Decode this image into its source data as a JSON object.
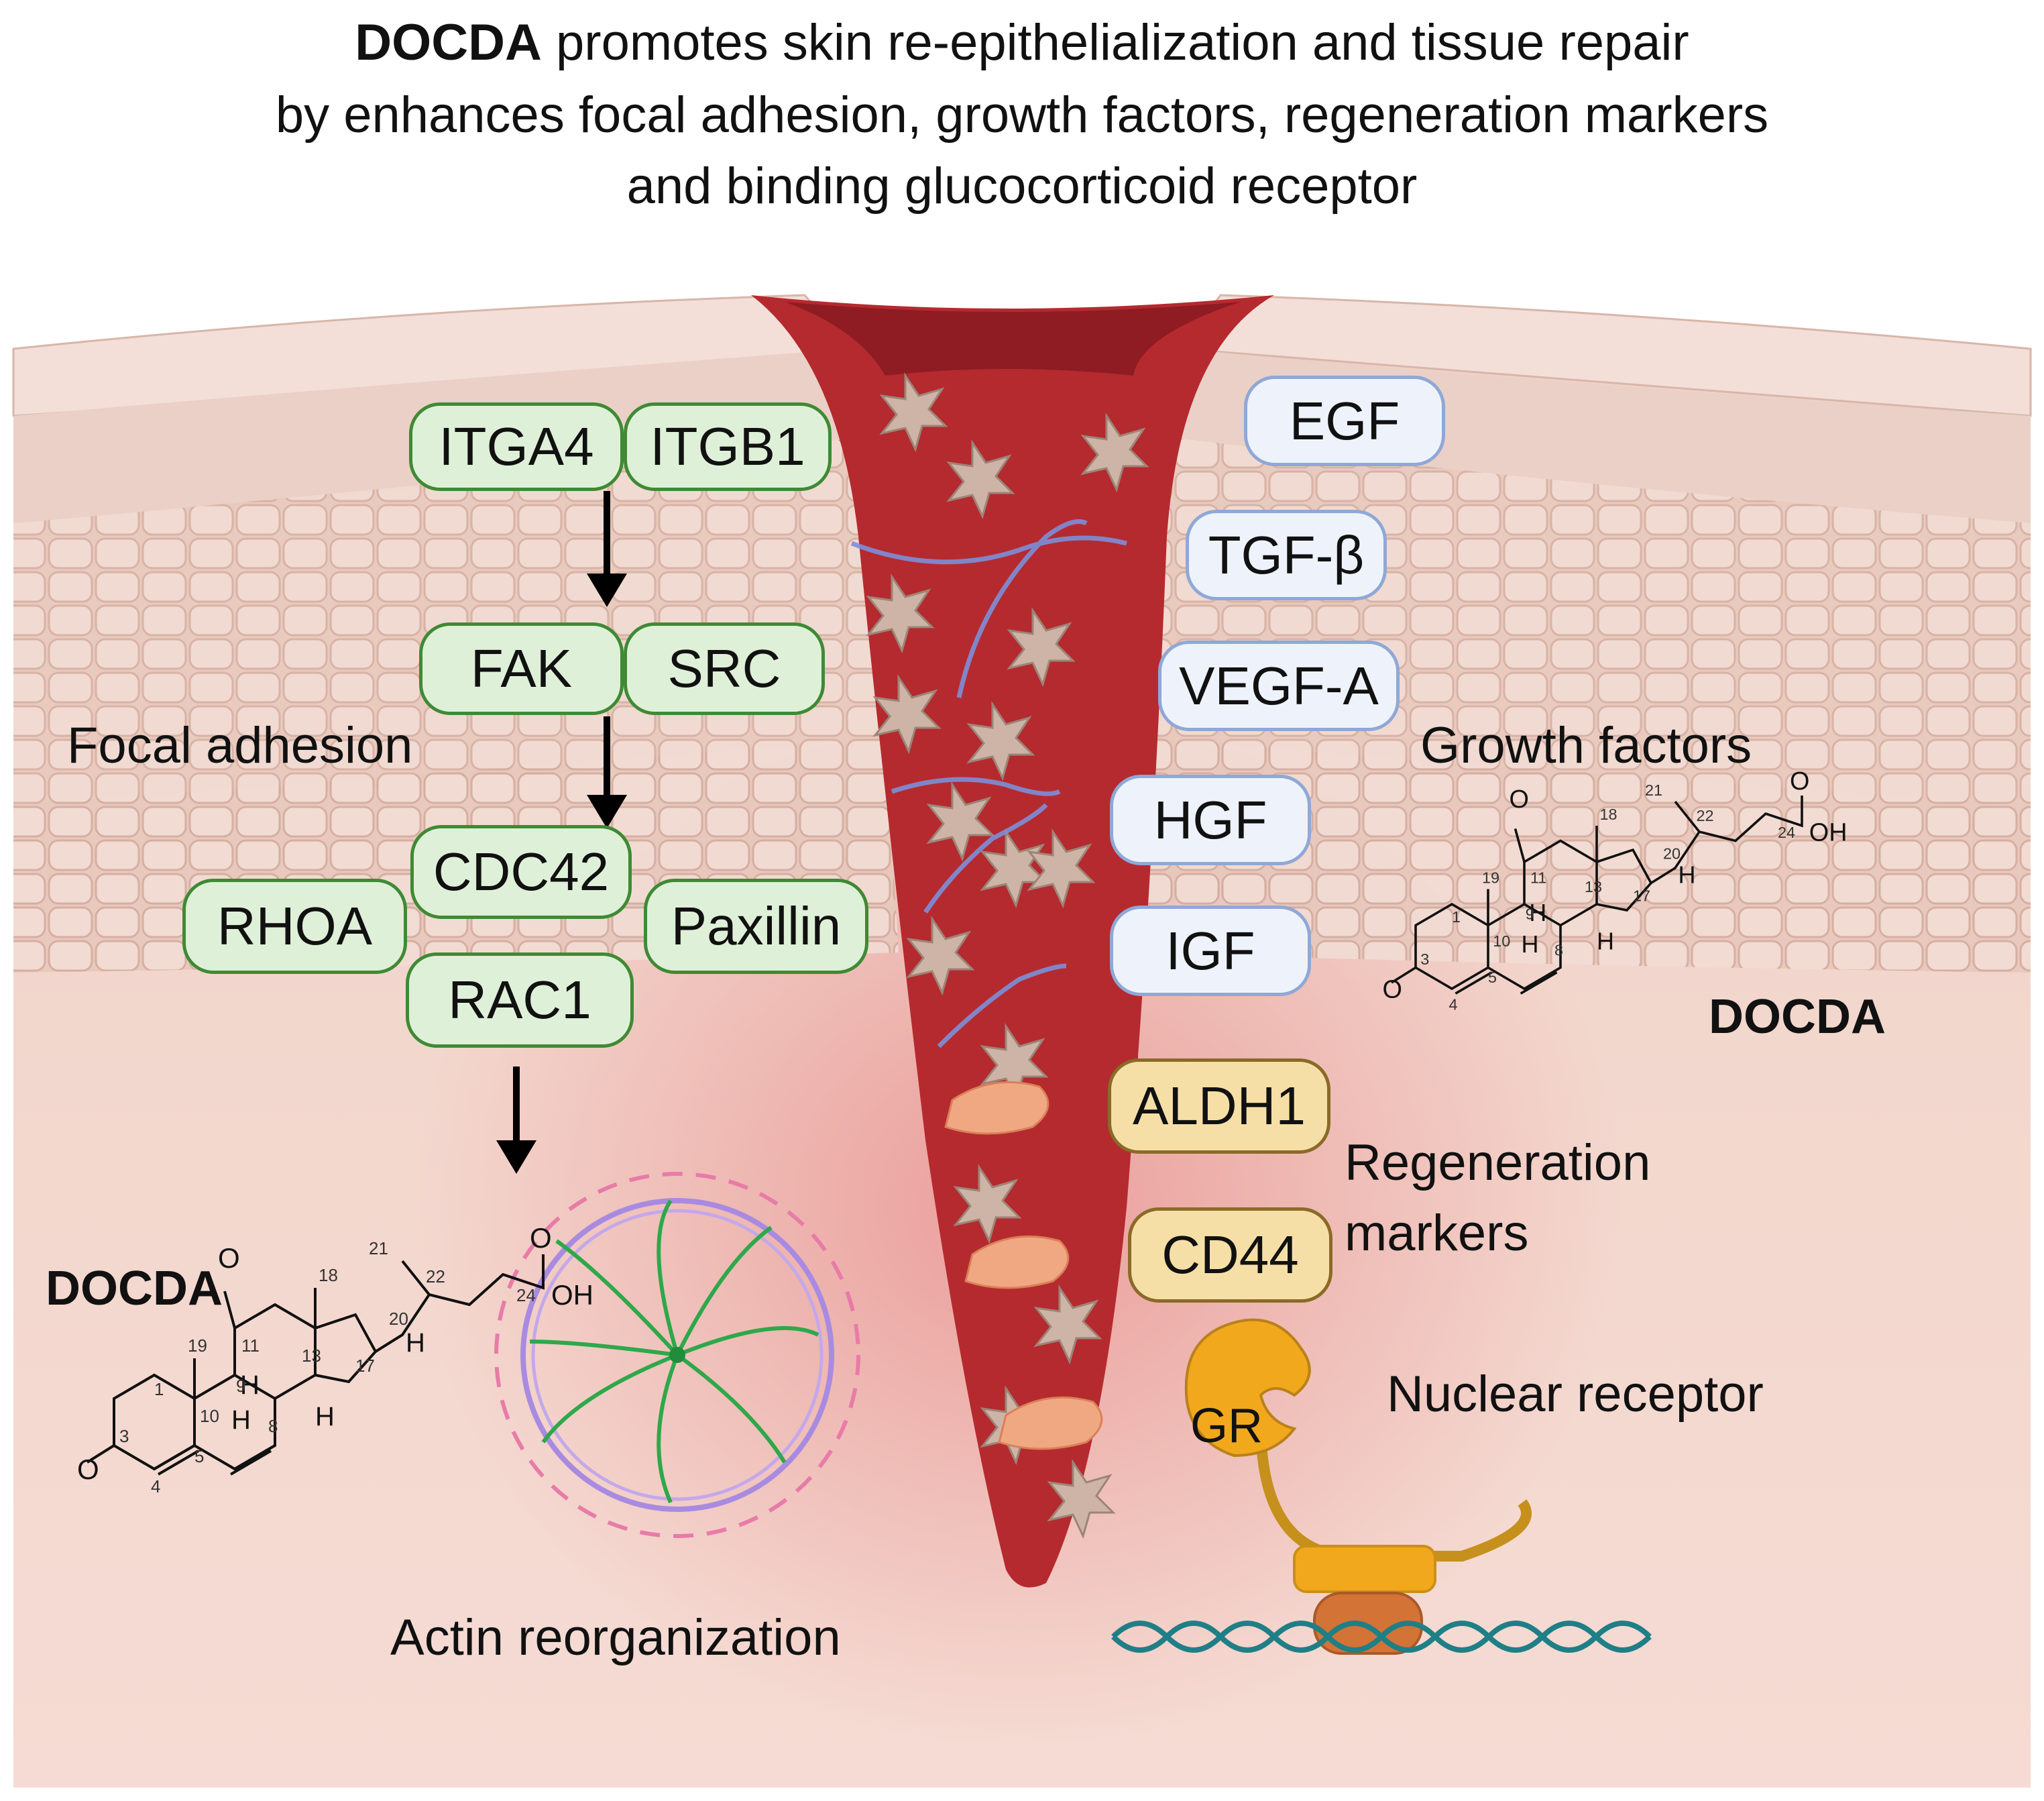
{
  "title": {
    "bold": "DOCDA",
    "line1_rest": " promotes skin re-epithelialization and tissue repair",
    "line2": "by enhances focal adhesion, growth factors, regeneration markers",
    "line3": "and binding glucocorticoid receptor"
  },
  "focal_adhesion": {
    "label": "Focal adhesion",
    "proteins": [
      "ITGA4",
      "ITGB1",
      "FAK",
      "SRC",
      "CDC42",
      "RHOA",
      "Paxillin",
      "RAC1"
    ]
  },
  "growth_factors": {
    "label": "Growth factors",
    "items": [
      "EGF",
      "TGF-β",
      "VEGF-A",
      "HGF",
      "IGF"
    ]
  },
  "regeneration_markers": {
    "label_line1": "Regeneration",
    "label_line2": "markers",
    "items": [
      "ALDH1",
      "CD44"
    ]
  },
  "nuclear_receptor": {
    "label": "Nuclear receptor",
    "receptor": "GR"
  },
  "actin": {
    "label": "Actin reorganization"
  },
  "molecule": {
    "name": "DOCDA",
    "oxygen": "O",
    "hydroxyl": "OH",
    "hydrogen": "H",
    "atom_numbers": [
      "1",
      "3",
      "4",
      "5",
      "8",
      "9",
      "10",
      "11",
      "13",
      "17",
      "18",
      "19",
      "20",
      "21",
      "22",
      "24"
    ]
  },
  "colors": {
    "skin_light": "#f3dcd3",
    "skin_mid": "#e3bfb2",
    "wound": "#b52a2f",
    "wound_dark": "#8e1c22",
    "focal_pill": "#dff0d8",
    "focal_border": "#3f8a35",
    "growth_pill": "#eef3fb",
    "growth_border": "#8fa8d6",
    "regen_pill": "#f6dfa6",
    "regen_border": "#8a6a28",
    "receptor": "#f2a81d",
    "dna": "#1f7f86"
  }
}
